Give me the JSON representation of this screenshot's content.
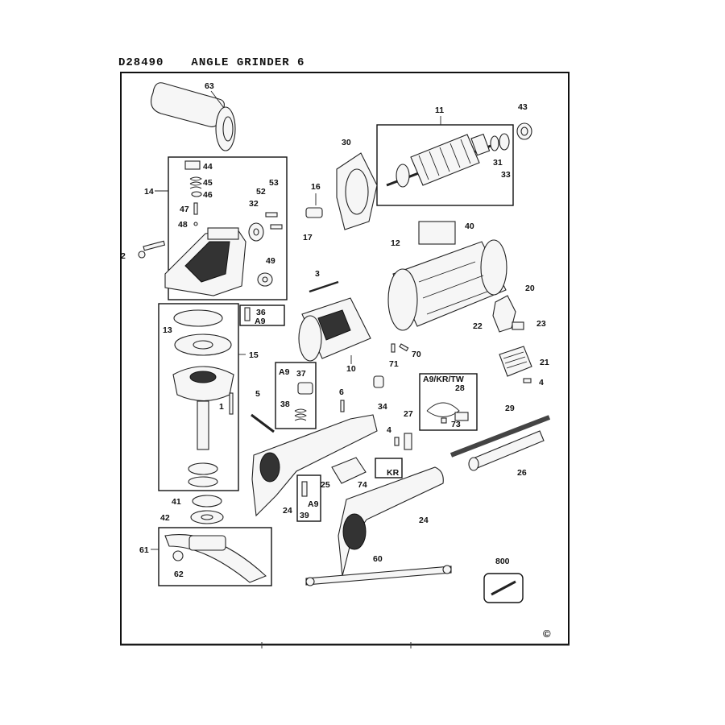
{
  "header": {
    "model": "D28490",
    "title": "ANGLE GRINDER 6"
  },
  "copyright": "©",
  "labels": {
    "l63": "63",
    "l11": "11",
    "l43": "43",
    "l30": "30",
    "l31": "31",
    "l33": "33",
    "l14": "14",
    "l44": "44",
    "l45": "45",
    "l46": "46",
    "l47": "47",
    "l48": "48",
    "l53": "53",
    "l52": "52",
    "l32": "32",
    "l16": "16",
    "l17": "17",
    "l40": "40",
    "l2": "2",
    "l49": "49",
    "l12": "12",
    "l3": "3",
    "l20": "20",
    "l36": "36",
    "a9_36": "A9",
    "l13": "13",
    "l15": "15",
    "l22": "22",
    "l23": "23",
    "l71": "71",
    "l70": "70",
    "l10": "10",
    "l21": "21",
    "l4a": "4",
    "a9_37": "A9",
    "l37": "37",
    "l38": "38",
    "l1": "1",
    "l5": "5",
    "l6": "6",
    "l34": "34",
    "variant": "A9/KR/TW",
    "l28": "28",
    "l73": "73",
    "l29": "29",
    "l27": "27",
    "l4b": "4",
    "l26": "26",
    "kr": "KR",
    "l25": "25",
    "l74": "74",
    "l41": "41",
    "l42": "42",
    "l24a": "24",
    "a9_39": "A9",
    "l39": "39",
    "l24b": "24",
    "l61": "61",
    "l62": "62",
    "l60": "60",
    "l800": "800"
  }
}
